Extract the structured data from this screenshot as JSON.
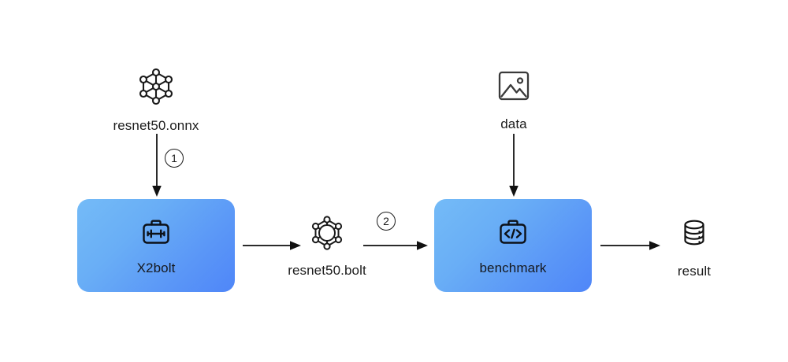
{
  "diagram": {
    "background": "#ffffff",
    "stroke_color": "#1a1a1a",
    "box_gradient_from": "#74bbf7",
    "box_gradient_to": "#4f86f8",
    "text_color": "#1c1c1c"
  },
  "nodes": {
    "model_input": {
      "label": "resnet50.onnx",
      "icon": "graph-cube-icon"
    },
    "converter": {
      "label": "X2bolt",
      "icon": "toolbox-dumbbell-icon"
    },
    "model_output": {
      "label": "resnet50.bolt",
      "icon": "graph-hexagon-icon"
    },
    "data_input": {
      "label": "data",
      "icon": "image-icon"
    },
    "benchmark": {
      "label": "benchmark",
      "icon": "toolbox-code-icon"
    },
    "result": {
      "label": "result",
      "icon": "database-icon"
    }
  },
  "steps": [
    {
      "number": "1",
      "from": "resnet50.onnx",
      "to": "X2bolt"
    },
    {
      "number": "2",
      "from": "resnet50.bolt",
      "to": "benchmark"
    }
  ],
  "edges": [
    {
      "name": "onnx-to-x2bolt",
      "direction": "down"
    },
    {
      "name": "x2bolt-to-bolt",
      "direction": "right"
    },
    {
      "name": "bolt-to-benchmark",
      "direction": "right"
    },
    {
      "name": "data-to-benchmark",
      "direction": "down"
    },
    {
      "name": "benchmark-to-result",
      "direction": "right"
    }
  ]
}
